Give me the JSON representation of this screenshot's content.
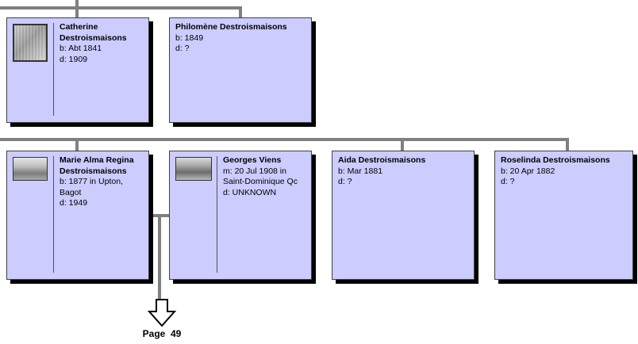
{
  "cards": [
    {
      "name": "Catherine Destroismaisons",
      "lines": [
        "b: Abt 1841",
        "d: 1909"
      ]
    },
    {
      "name": "Philomène Destroismaisons",
      "lines": [
        "b: 1849",
        "d: ?"
      ]
    },
    {
      "name": "Marie Alma Regina Destroismaisons",
      "lines": [
        "b: 1877 in Upton, Bagot",
        "d: 1949"
      ]
    },
    {
      "name": "Georges Viens",
      "lines": [
        "m: 20 Jul 1908 in Saint-Dominique Qc",
        "d: UNKNOWN"
      ]
    },
    {
      "name": "Aida Destroismaisons",
      "lines": [
        "b: Mar 1881",
        "d: ?"
      ]
    },
    {
      "name": "Roselinda Destroismaisons",
      "lines": [
        "b: 20 Apr 1882",
        "d: ?"
      ]
    }
  ],
  "page_reference": {
    "label": "Page  49",
    "icon": "down-arrow-icon"
  },
  "colors": {
    "card_fill": "#ccccff",
    "connector": "#808080",
    "shadow": "#000000"
  }
}
